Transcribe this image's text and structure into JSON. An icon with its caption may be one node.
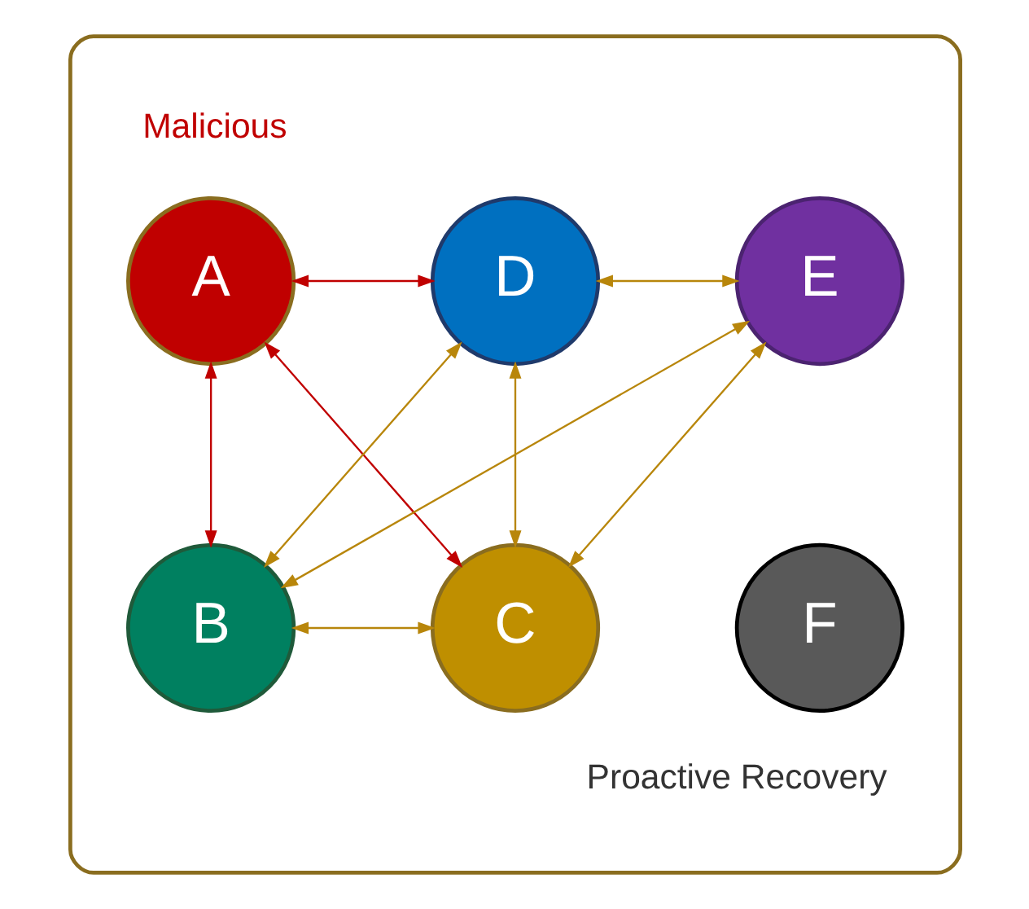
{
  "diagram": {
    "nodes": [
      {
        "text": [],
        "shape": "box"
      },
      {
        "text": [
          "A"
        ],
        "in": 0,
        "beside": [
          "Malicious"
        ]
      },
      {
        "text": [
          "D"
        ],
        "in": 0
      },
      {
        "text": [
          "E"
        ],
        "in": 0
      },
      {
        "text": [
          "B"
        ],
        "in": 0
      },
      {
        "text": [
          "C"
        ],
        "in": 0
      },
      {
        "text": [
          "F"
        ],
        "in": 0,
        "beside": [
          "Proactive Recovery"
        ]
      }
    ],
    "edges": [
      {
        "from": 1,
        "to": 2,
        "arrow": "both",
        "color": "#c00000"
      },
      {
        "from": 1,
        "to": 4,
        "arrow": "both",
        "color": "#c00000"
      },
      {
        "from": 1,
        "to": 5,
        "arrow": "both",
        "color": "#c00000"
      },
      {
        "from": 2,
        "to": 3,
        "arrow": "both"
      },
      {
        "from": 2,
        "to": 4,
        "arrow": "both"
      },
      {
        "from": 2,
        "to": 5,
        "arrow": "both"
      },
      {
        "from": 3,
        "to": 4,
        "arrow": "both"
      },
      {
        "from": 3,
        "to": 5,
        "arrow": "both"
      },
      {
        "from": 4,
        "to": 5,
        "arrow": "both"
      }
    ]
  }
}
